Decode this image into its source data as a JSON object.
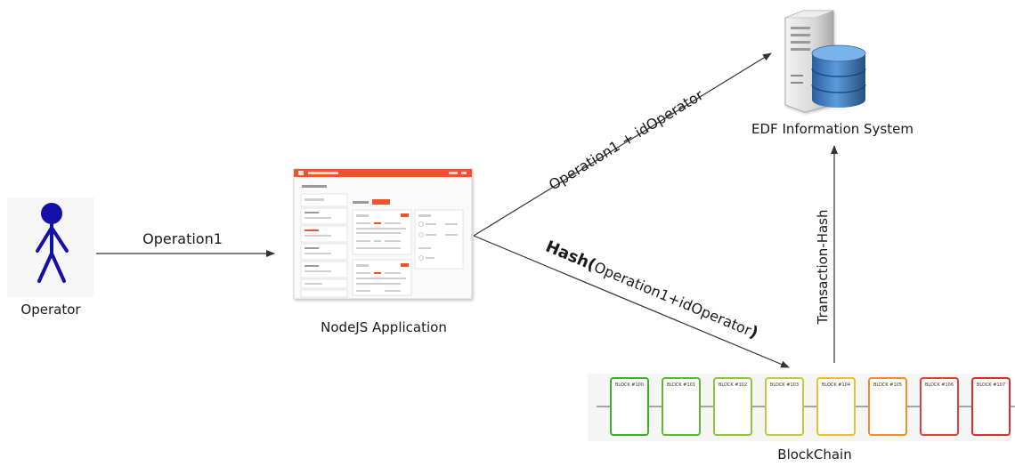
{
  "nodes": {
    "operator": {
      "label": "Operator"
    },
    "app": {
      "label": "NodeJS Application",
      "accent_color": "#e8562a"
    },
    "server": {
      "label": "EDF Information System"
    },
    "blockchain": {
      "label": "BlockChain",
      "blocks": [
        {
          "label": "BLOCK #100",
          "color": "#3fae2a"
        },
        {
          "label": "BLOCK #101",
          "color": "#5cb82e"
        },
        {
          "label": "BLOCK #102",
          "color": "#8cc63f"
        },
        {
          "label": "BLOCK #103",
          "color": "#c3c93b"
        },
        {
          "label": "BLOCK #104",
          "color": "#e8c22c"
        },
        {
          "label": "BLOCK #105",
          "color": "#ee8f2d"
        },
        {
          "label": "BLOCK #106",
          "color": "#e2403a"
        },
        {
          "label": "BLOCK #107",
          "color": "#d92e2e"
        }
      ]
    }
  },
  "edges": {
    "operation1": {
      "label": "Operation1"
    },
    "to_server": {
      "label": "Operation1 + idOperator"
    },
    "hash": {
      "label_bold": "Hash(",
      "label_mid": "Operation1+idOperator",
      "label_end": ")"
    },
    "tx_hash": {
      "label": "Transaction-Hash"
    }
  },
  "colors": {
    "operator_figure": "#1510a8",
    "arrow": "#333333",
    "server_body": "#dcdcdc",
    "database": "#3f7fc3"
  }
}
